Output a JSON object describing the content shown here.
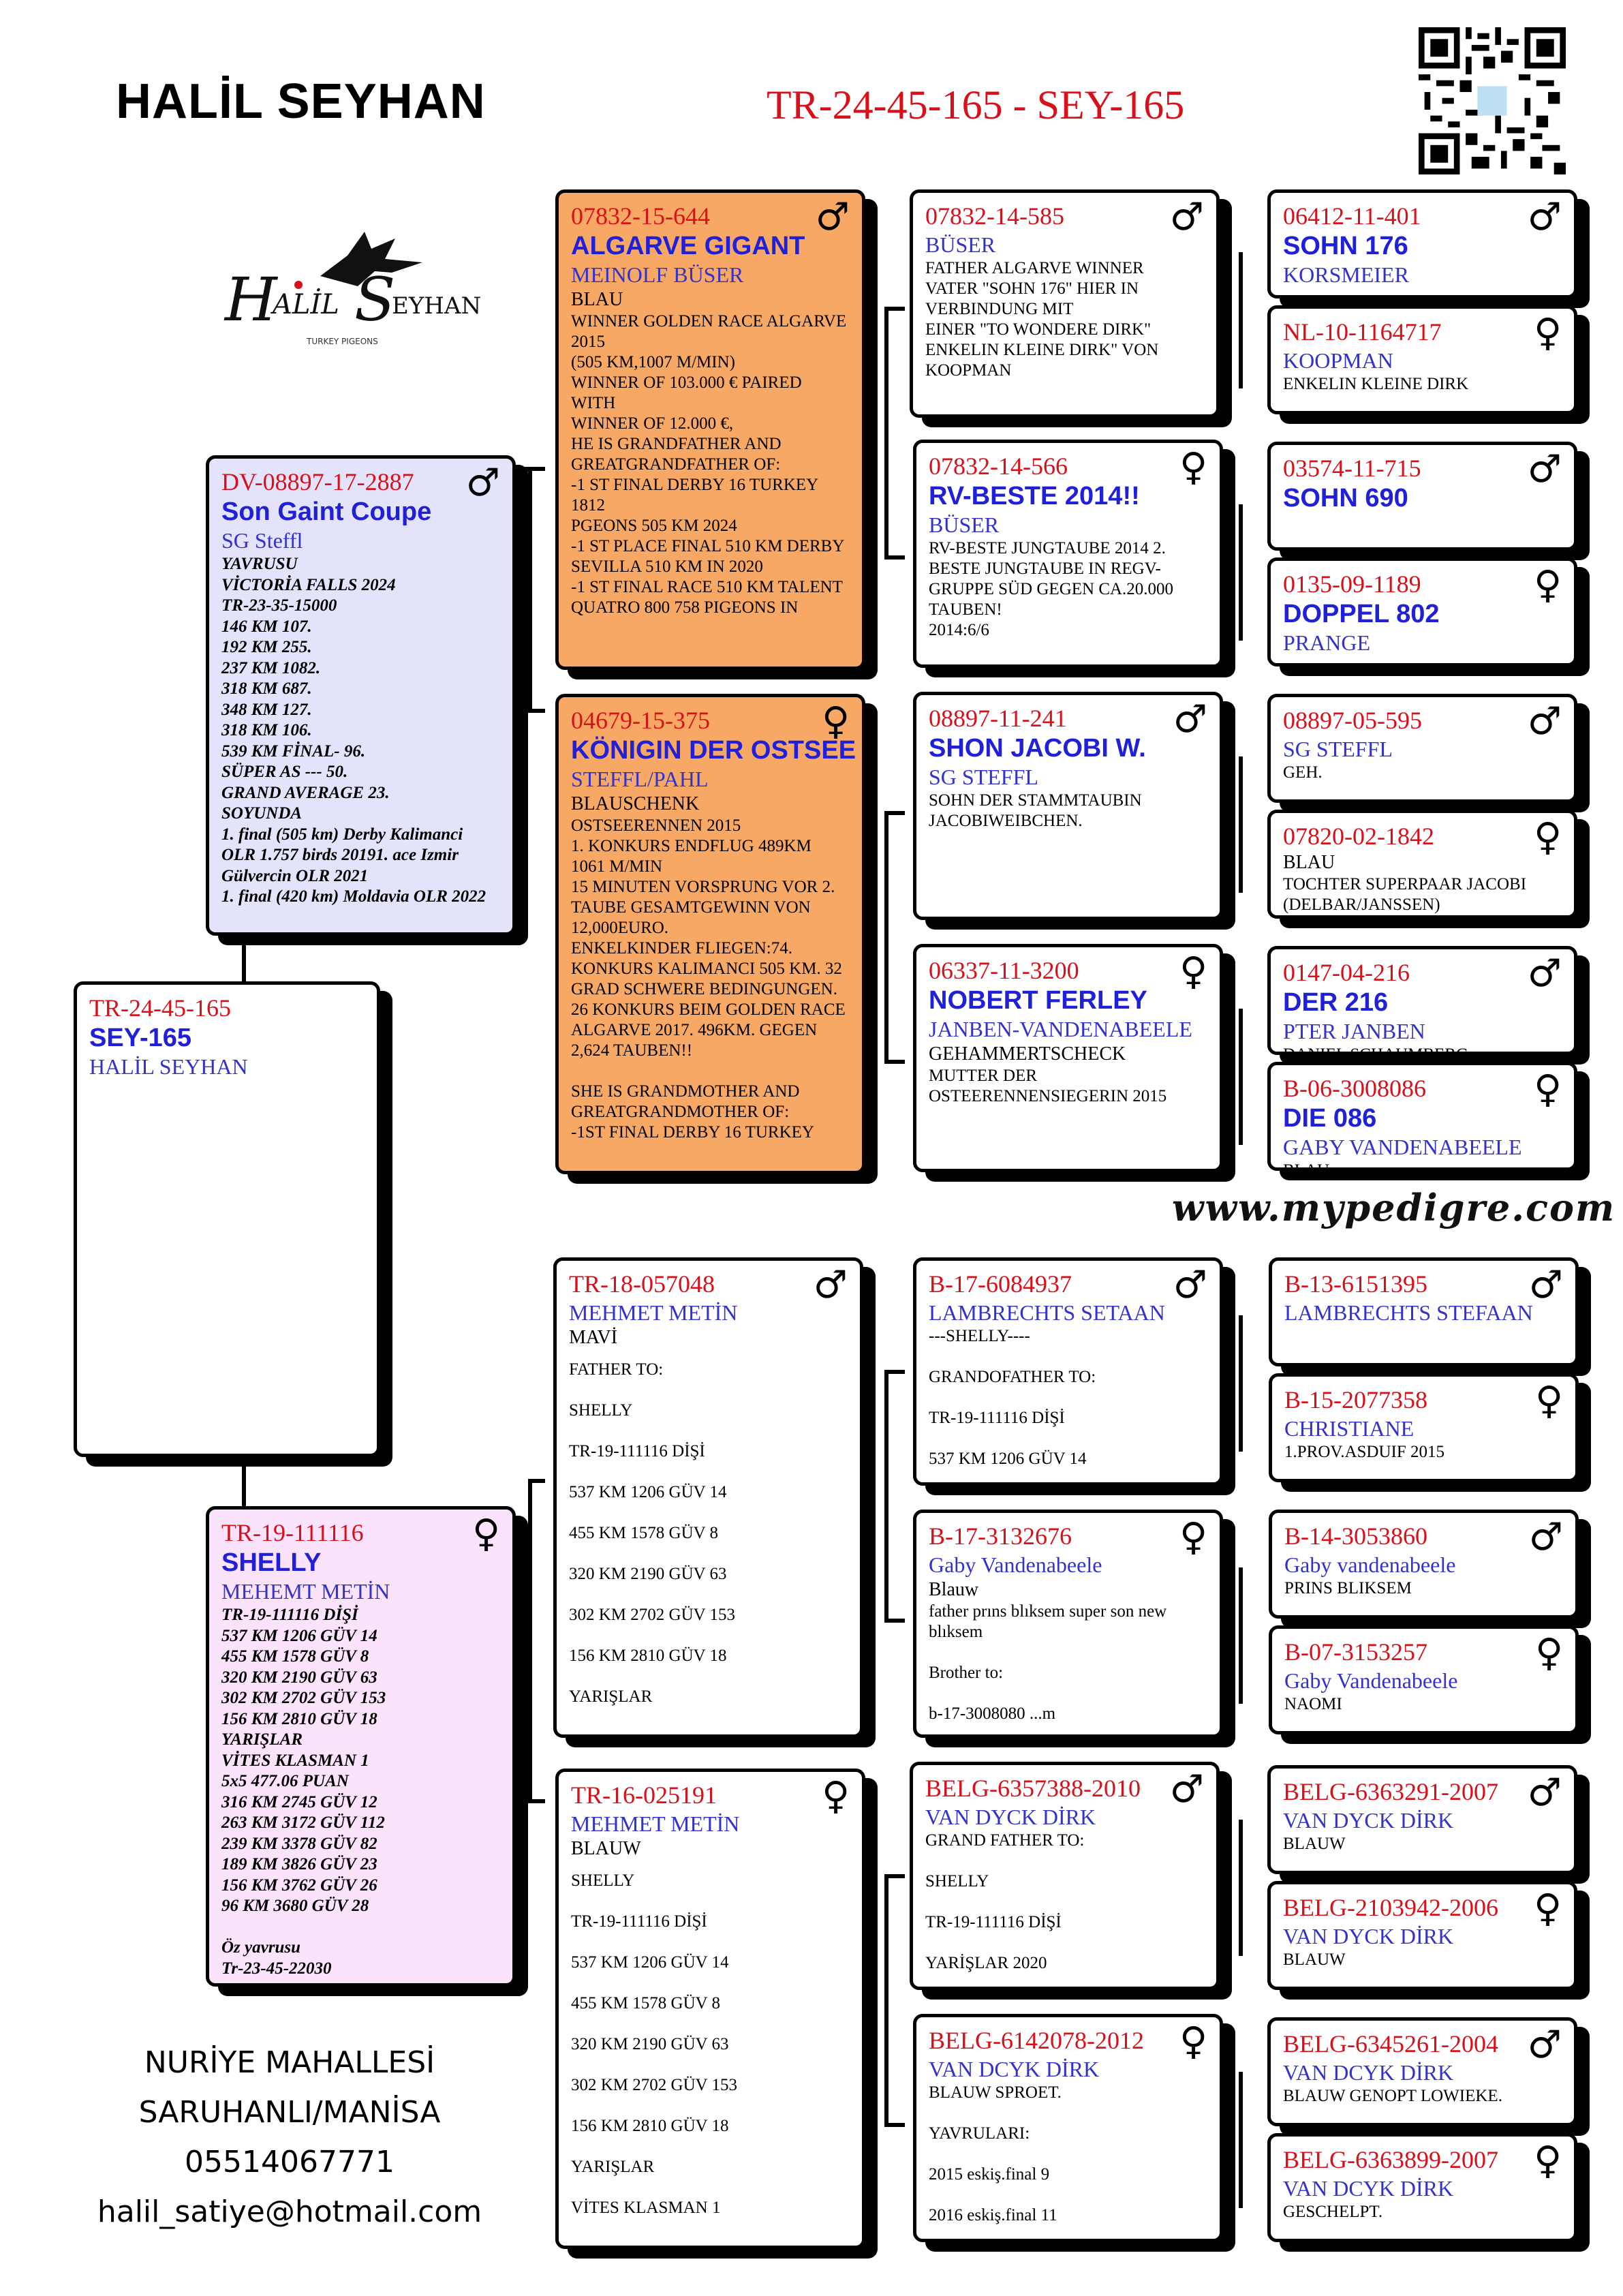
{
  "header": {
    "owner": "HALİL SEYHAN",
    "ring": "TR-24-45-165 - SEY-165"
  },
  "logo": {
    "script": "Halil Seyhan",
    "tagline": "TURKEY PIGEONS"
  },
  "website": "www.mypedigre.com",
  "address": [
    "NURİYE MAHALLESİ",
    "SARUHANLI/MANİSA",
    "05514067771",
    "halil_satiye@hotmail.com"
  ],
  "colors": {
    "ring": "#d8101a",
    "name": "#2020d8",
    "orange": "#f7a865",
    "lavender": "#e3e3fb",
    "pink": "#fbe3fb"
  },
  "subject": {
    "ring": "TR-24-45-165",
    "name": "SEY-165",
    "breeder": "HALİL SEYHAN"
  },
  "sire": {
    "ring": "DV-08897-17-2887",
    "name": "Son Gaint Coupe",
    "breeder": "SG Steffl",
    "sex": "♂",
    "notes": "YAVRUSU\nVİCTORİA FALLS 2024\nTR-23-35-15000\n146 KM 107.\n192 KM 255.\n237 KM 1082.\n318 KM 687.\n348 KM 127.\n318 KM 106.\n539 KM FİNAL- 96.\nSÜPER AS --- 50.\nGRAND AVERAGE 23.\nSOYUNDA\n1. final (505 km) Derby Kalimanci OLR 1.757 birds 20191. ace Izmir Gülvercin OLR 2021\n1. final (420 km) Moldavia OLR 2022"
  },
  "dam": {
    "ring": "TR-19-111116",
    "name": "SHELLY",
    "breeder": "MEHEMT METİN",
    "sex": "♀",
    "notes": "TR-19-111116 DİŞİ\n537 KM 1206 GÜV 14\n455 KM 1578 GÜV 8\n320 KM 2190 GÜV 63\n302 KM 2702 GÜV 153\n156 KM 2810 GÜV 18\nYARIŞLAR\nVİTES KLASMAN 1\n5x5 477.06 PUAN\n316 KM 2745 GÜV 12\n263 KM 3172 GÜV 112\n239 KM 3378 GÜV 82\n189 KM 3826 GÜV 23\n156 KM 3762 GÜV 26\n96 KM 3680 GÜV 28\n\nÖz yavrusu\nTr-23-45-22030"
  },
  "gp": {
    "ss": {
      "ring": "07832-15-644",
      "name": "ALGARVE GIGANT",
      "breeder": "MEINOLF BÜSER",
      "color": "BLAU",
      "sex": "♂",
      "notes": "WINNER GOLDEN RACE ALGARVE 2015\n(505 KM,1007 M/MIN)\nWINNER OF 103.000 € PAIRED WITH\nWINNER OF 12.000 €,\nHE IS GRANDFATHER AND GREATGRANDFATHER OF:\n-1 ST FINAL DERBY 16 TURKEY 1812\nPGEONS 505 KM 2024\n-1 ST PLACE FINAL 510 KM DERBY\nSEVILLA 510 KM IN 2020\n-1 ST FINAL RACE 510 KM TALENT\nQUATRO 800 758 PIGEONS IN"
    },
    "sd": {
      "ring": "04679-15-375",
      "name": "KÖNIGIN DER OSTSEE",
      "breeder": "STEFFL/PAHL",
      "color": "BLAUSCHENK",
      "sex": "♀",
      "notes": "OSTSEERENNEN 2015\n1. KONKURS ENDFLUG 489KM 1061 M/MIN\n15 MINUTEN VORSPRUNG VOR 2. TAUBE GESAMTGEWINN VON 12,000EURO.\nENKELKINDER FLIEGEN:74. KONKURS KALIMANCI 505 KM. 32 GRAD SCHWERE BEDINGUNGEN.\n26 KONKURS BEIM GOLDEN RACE ALGARVE 2017. 496KM. GEGEN 2,624 TAUBEN!!\n\nSHE IS GRANDMOTHER AND GREATGRANDMOTHER OF:\n-1ST FINAL DERBY 16 TURKEY"
    },
    "ds": {
      "ring": "TR-18-057048",
      "name": "",
      "breeder": "MEHMET METİN",
      "color": "MAVİ",
      "sex": "♂",
      "notes": "FATHER TO:\nSHELLY\nTR-19-111116 DİŞİ\n537 KM 1206 GÜV  14\n455 KM 1578 GÜV   8\n320 KM 2190 GÜV  63\n302 KM 2702 GÜV 153\n156 KM 2810 GÜV  18\nYARIŞLAR"
    },
    "dd": {
      "ring": "TR-16-025191",
      "name": "",
      "breeder": "MEHMET METİN",
      "color": "BLAUW",
      "sex": "♀",
      "notes": "SHELLY\nTR-19-111116 DİŞİ\n537 KM 1206 GÜV  14\n455 KM 1578 GÜV   8\n320 KM 2190 GÜV  63\n302 KM 2702 GÜV 153\n156 KM 2810 GÜV  18\nYARIŞLAR\nVİTES KLASMAN 1"
    }
  },
  "ggp": [
    {
      "ring": "07832-14-585",
      "name": "",
      "breeder": "BÜSER",
      "sex": "♂",
      "notes": "FATHER ALGARVE WINNER\nVATER \"SOHN 176\" HIER IN VERBINDUNG MIT\nEINER \"TO WONDERE DIRK\" ENKELIN KLEINE DIRK\" VON KOOPMAN"
    },
    {
      "ring": "07832-14-566",
      "name": "RV-BESTE 2014!!",
      "breeder": "BÜSER",
      "sex": "♀",
      "notes": "RV-BESTE JUNGTAUBE 2014 2. BESTE JUNGTAUBE IN REGV-GRUPPE SÜD GEGEN CA.20.000 TAUBEN!\n2014:6/6"
    },
    {
      "ring": "08897-11-241",
      "name": "SHON JACOBI W.",
      "breeder": "SG STEFFL",
      "sex": "♂",
      "notes": "SOHN DER STAMMTAUBIN JACOBIWEIBCHEN."
    },
    {
      "ring": "06337-11-3200",
      "name": "NOBERT FERLEY",
      "breeder": "JANBEN-VANDENABEELE",
      "color": "GEHAMMERTSCHECK",
      "sex": "♀",
      "notes": "MUTTER DER OSTEERENNENSIEGERIN 2015"
    },
    {
      "ring": "B-17-6084937",
      "name": "",
      "breeder": "LAMBRECHTS SETAAN",
      "sex": "♂",
      "notes": "---SHELLY----\n\nGRANDOFATHER TO:\n\nTR-19-111116 DİŞİ\n\n537 KM 1206 GÜV  14"
    },
    {
      "ring": "B-17-3132676",
      "name": "",
      "breeder": "Gaby Vandenabeele",
      "color": "Blauw",
      "sex": "♀",
      "notes": "father prıns blıksem super son new blıksem\n\nBrother to:\n\nb-17-3008080 ...m"
    },
    {
      "ring": "BELG-6357388-2010",
      "name": "",
      "breeder": "VAN DYCK DİRK",
      "sex": "♂",
      "notes": "GRAND FATHER TO:\n\nSHELLY\n\nTR-19-111116 DİŞİ\n\n YARİŞLAR 2020"
    },
    {
      "ring": "BELG-6142078-2012",
      "name": "",
      "breeder": "VAN DCYK DİRK",
      "sex": "♀",
      "notes": "BLAUW SPROET.\n\nYAVRULARI:\n\n2015 eskiş.final 9\n\n2016 eskiş.final 11"
    }
  ],
  "g4": [
    {
      "ring": "06412-11-401",
      "name": "SOHN 176",
      "breeder": "KORSMEIER",
      "sex": "♂",
      "notes": ""
    },
    {
      "ring": "NL-10-1164717",
      "name": "",
      "breeder": "KOOPMAN",
      "sex": "♀",
      "notes": "ENKELIN KLEINE DIRK"
    },
    {
      "ring": "03574-11-715",
      "name": "SOHN 690",
      "breeder": "",
      "sex": "♂",
      "notes": ""
    },
    {
      "ring": "0135-09-1189",
      "name": "DOPPEL 802",
      "breeder": "PRANGE",
      "sex": "♀",
      "notes": ""
    },
    {
      "ring": "08897-05-595",
      "name": "",
      "breeder": "SG STEFFL",
      "sex": "♂",
      "notes": "GEH."
    },
    {
      "ring": "07820-02-1842",
      "name": "",
      "breeder": "",
      "color": "BLAU",
      "sex": "♀",
      "notes": "TOCHTER SUPERPAAR JACOBI (DELBAR/JANSSEN)"
    },
    {
      "ring": "0147-04-216",
      "name": "DER 216",
      "breeder": "PTER JANBEN",
      "sex": "♂",
      "notes": "DANIEL SCHAUMBERG"
    },
    {
      "ring": "B-06-3008086",
      "name": "DIE 086",
      "breeder": "GABY VANDENABEELE",
      "sex": "♀",
      "notes": "BLAU"
    },
    {
      "ring": "B-13-6151395",
      "name": "",
      "breeder": "LAMBRECHTS STEFAAN",
      "sex": "♂",
      "notes": ""
    },
    {
      "ring": "B-15-2077358",
      "name": "",
      "breeder": "CHRISTIANE",
      "sex": "♀",
      "notes": "1.PROV.ASDUIF 2015"
    },
    {
      "ring": "B-14-3053860",
      "name": "",
      "breeder": "Gaby vandenabeele",
      "sex": "♂",
      "notes": "PRINS BLIKSEM"
    },
    {
      "ring": "B-07-3153257",
      "name": "",
      "breeder": "Gaby Vandenabeele",
      "sex": "♀",
      "notes": "NAOMI"
    },
    {
      "ring": "BELG-6363291-2007",
      "name": "",
      "breeder": "VAN DYCK DİRK",
      "sex": "♂",
      "notes": "BLAUW"
    },
    {
      "ring": "BELG-2103942-2006",
      "name": "",
      "breeder": "VAN DYCK DİRK",
      "sex": "♀",
      "notes": "BLAUW"
    },
    {
      "ring": "BELG-6345261-2004",
      "name": "",
      "breeder": "VAN DCYK DİRK",
      "sex": "♂",
      "notes": "BLAUW GENOPT LOWIEKE."
    },
    {
      "ring": "BELG-6363899-2007",
      "name": "",
      "breeder": "VAN DCYK DİRK",
      "sex": "♀",
      "notes": "GESCHELPT."
    }
  ]
}
